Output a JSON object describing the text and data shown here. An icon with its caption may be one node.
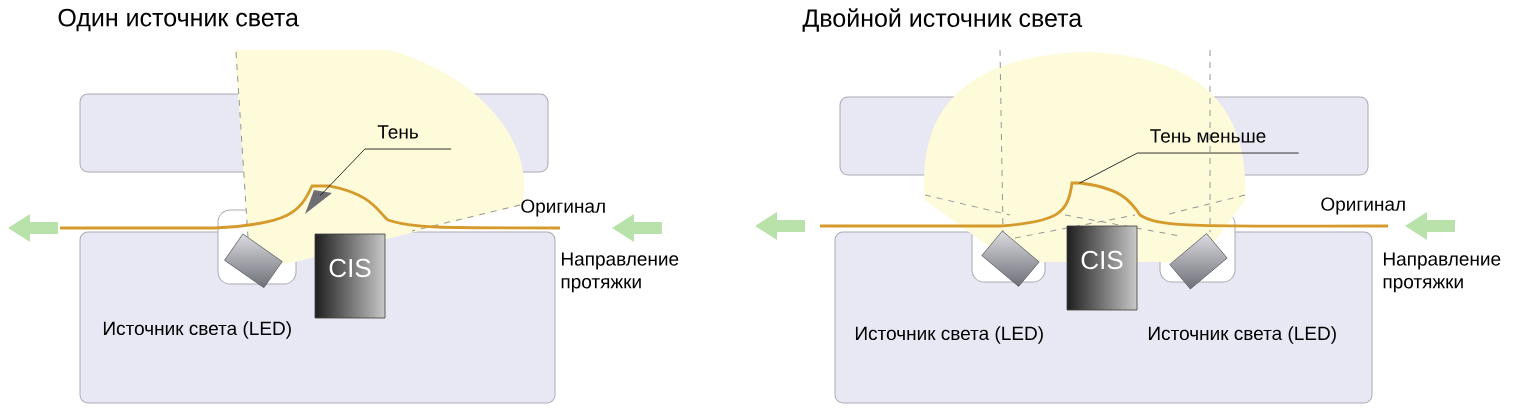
{
  "diagram": {
    "nodes": [
      {
        "text": [
          "Тень"
        ]
      },
      {
        "text": [],
        "shape": "triangle"
      },
      {
        "text": [
          "CIS"
        ]
      },
      {
        "text": [
          "Тень меньше"
        ]
      },
      {
        "text": [
          "CIS"
        ]
      },
      {
        "text": [],
        "shape": "picture"
      }
    ],
    "edges": [
      {
        "from": 0,
        "to": 1,
        "arrow": "none"
      },
      {
        "from": 3,
        "to": 5,
        "arrow": "none"
      }
    ],
    "labels": [
      "Один источник света",
      "Двойной источник света",
      "Оригинал",
      "Оригинал",
      "Направление протяжки",
      "Направление протяжки",
      "Источник света (LED)",
      "Источник света (LED)",
      "Источник света (LED)"
    ]
  }
}
